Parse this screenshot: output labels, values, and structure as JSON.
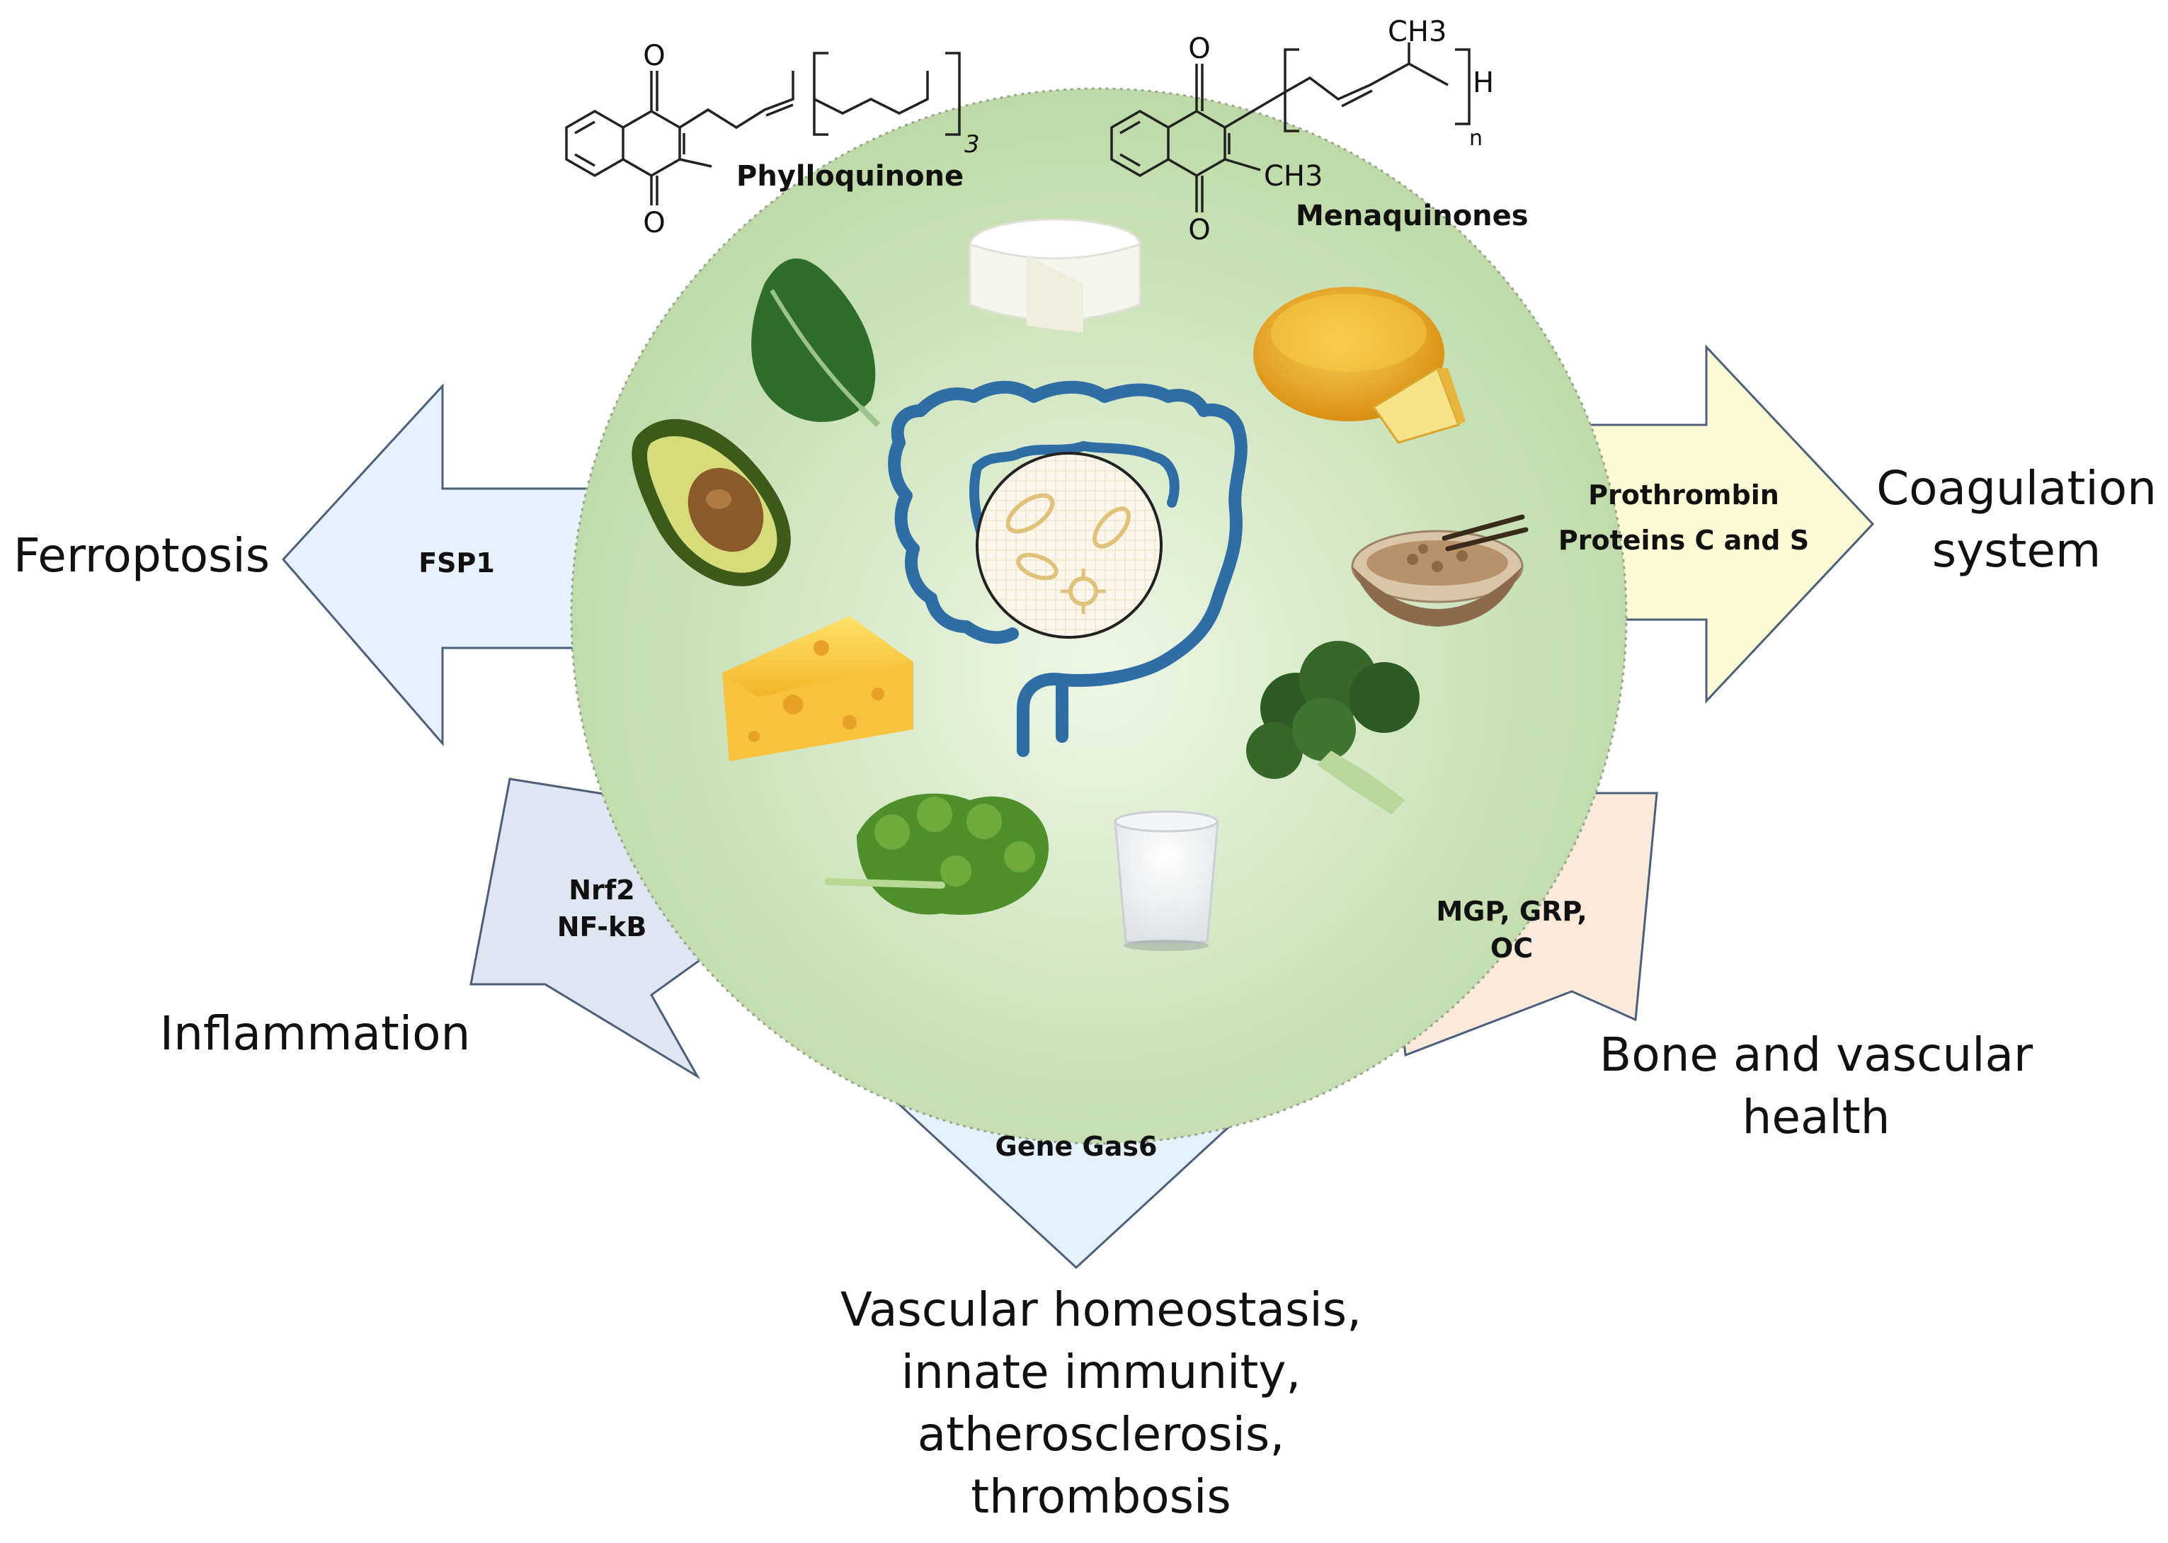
{
  "molecules": {
    "phylloquinone": {
      "name": "Phylloquinone",
      "oxygen_top": "O",
      "oxygen_bottom": "O",
      "repeat_subscript": "3"
    },
    "menaquinones": {
      "name": "Menaquinones",
      "oxygen_top": "O",
      "oxygen_bottom": "O",
      "methyl_ring": "CH3",
      "methyl_chain": "CH3",
      "end_group": "H",
      "repeat_subscript": "n"
    }
  },
  "arrows": {
    "ferroptosis": {
      "mediator": [
        "FSP1"
      ],
      "outcome": [
        "Ferroptosis"
      ],
      "fill": "#e6f1fb"
    },
    "inflammation": {
      "mediator": [
        "Nrf2",
        "NF-kB"
      ],
      "outcome": [
        "Inflammation"
      ],
      "fill": "#dfe5f1"
    },
    "gas6": {
      "mediator": [
        "Gene Gas6"
      ],
      "outcome": [
        "Vascular homeostasis,",
        "innate immunity,",
        "atherosclerosis,",
        "thrombosis"
      ],
      "fill": "#e4f1fb"
    },
    "bone": {
      "mediator": [
        "MGP, GRP,",
        "OC"
      ],
      "outcome": [
        "Bone and vascular",
        "health"
      ],
      "fill": "#fbeadb"
    },
    "coagulation": {
      "mediator": [
        "Prothrombin",
        "Proteins C and S"
      ],
      "outcome": [
        "Coagulation",
        "system"
      ],
      "fill": "#fdfbd6"
    }
  },
  "central": {
    "circle_fill": "#c6dfb4",
    "circle_fill_light": "#eef6e6",
    "intestine_color": "#2f6ea5",
    "microbe_color": "#e0c27a",
    "foods": [
      "leafy-green",
      "fresh-cheese",
      "aged-cheese",
      "avocado",
      "natto",
      "swiss-cheese",
      "broccoli",
      "kale",
      "milk-glass"
    ]
  }
}
